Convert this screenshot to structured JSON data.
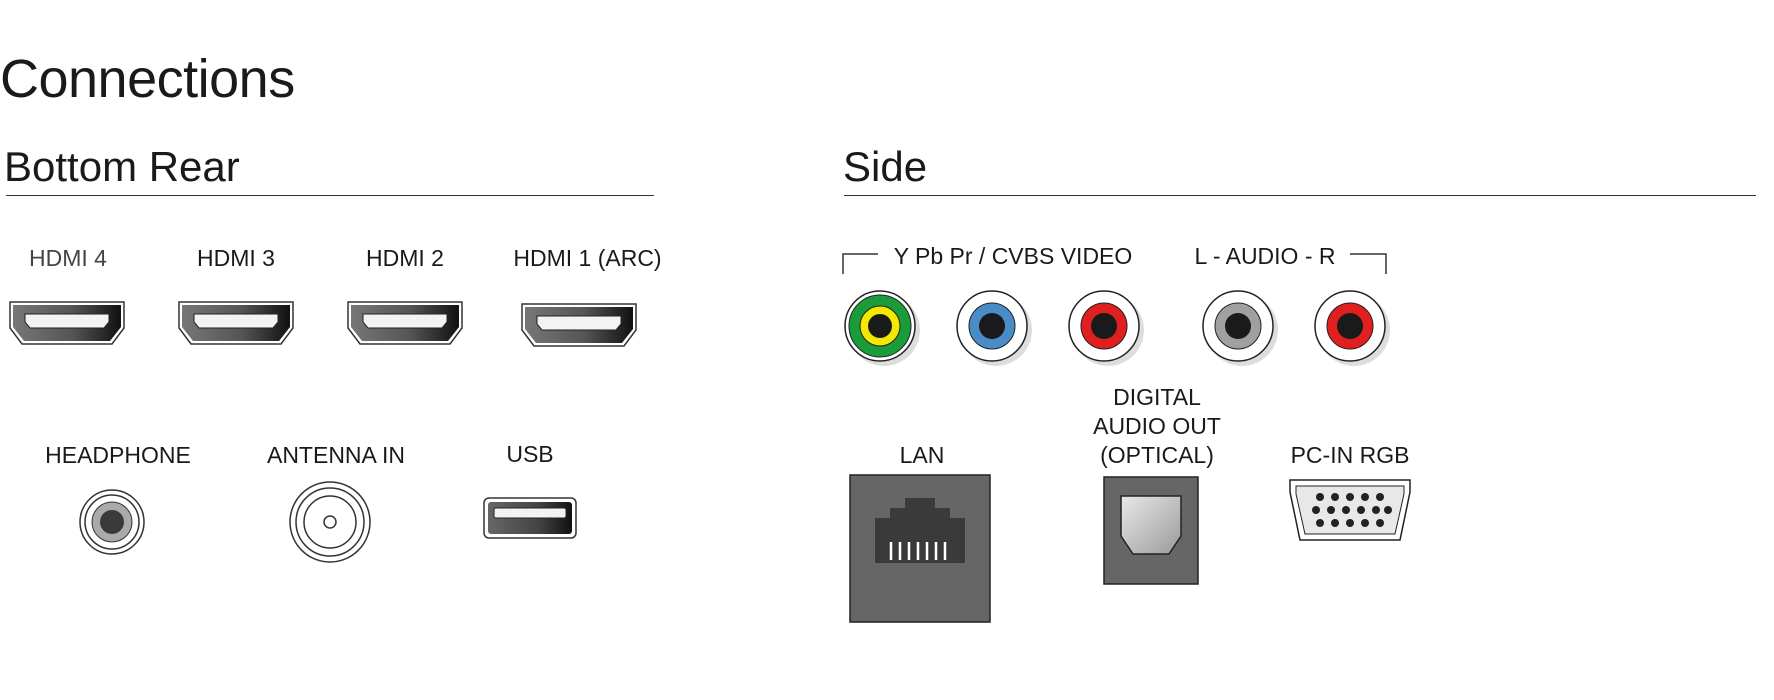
{
  "title": "Connections",
  "sections": {
    "bottom_rear": {
      "heading": "Bottom Rear",
      "hdmi": [
        {
          "label": "HDMI 4",
          "icon": "hdmi-port-icon"
        },
        {
          "label": "HDMI 3",
          "icon": "hdmi-port-icon"
        },
        {
          "label": "HDMI 2",
          "icon": "hdmi-port-icon"
        },
        {
          "label": "HDMI 1 (ARC)",
          "icon": "hdmi-port-icon"
        }
      ],
      "headphone": {
        "label": "HEADPHONE",
        "icon": "headphone-jack-icon"
      },
      "antenna": {
        "label": "ANTENNA IN",
        "icon": "coaxial-antenna-icon"
      },
      "usb": {
        "label": "USB",
        "icon": "usb-port-icon"
      }
    },
    "side": {
      "heading": "Side",
      "video_group": "Y Pb Pr / CVBS VIDEO",
      "audio_group": "L - AUDIO - R",
      "rca_colors": [
        "#1a9c3a",
        "#4a8cc8",
        "#e02020",
        "#a0a0a0",
        "#e02020"
      ],
      "rca_center_colors": [
        "#f4e800",
        "#ffffff",
        "#ffffff",
        "#ffffff",
        "#ffffff"
      ],
      "lan": {
        "label": "LAN",
        "icon": "ethernet-port-icon"
      },
      "optical": {
        "label_line1": "DIGITAL",
        "label_line2": "AUDIO OUT",
        "label_line3": "(OPTICAL)",
        "icon": "optical-port-icon"
      },
      "vga": {
        "label": "PC-IN RGB",
        "icon": "vga-port-icon"
      }
    }
  }
}
